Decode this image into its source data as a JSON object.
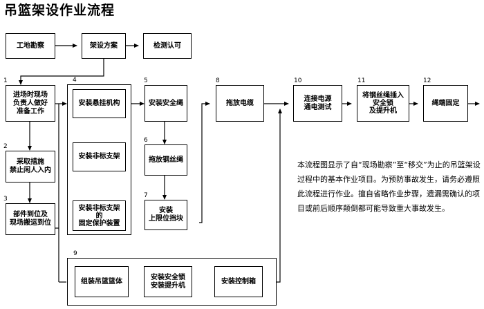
{
  "title": "吊篮架设作业流程",
  "note": "本流程图显示了自“现场勘察”至“移交”为止的吊篮架设过程中的基本作业项目。为预防事故发生，请务必遵照此流程进行作业。擅自省略作业步骤，遗漏需确认的项目或前后顺序颠倒都可能导致重大事故发生。",
  "colors": {
    "line": "#000000",
    "box_border": "#000000",
    "background": "#ffffff",
    "text": "#000000"
  },
  "nodes": {
    "survey": {
      "label": "工地勘察",
      "number": ""
    },
    "plan": {
      "label": "架设方案",
      "number": ""
    },
    "inspect": {
      "label": "检测认可",
      "number": ""
    },
    "n1": {
      "label": "进场时现场\n负责人做好\n准备工作",
      "number": "1"
    },
    "n2": {
      "label": "采取措施\n禁止闲人入内",
      "number": "2"
    },
    "n3": {
      "label": "部件到位及\n现场搬运到位",
      "number": "3"
    },
    "n4_group": {
      "number": "4"
    },
    "n4a": {
      "label": "安装悬挂机构"
    },
    "n4b": {
      "label": "安装非标支架"
    },
    "n4c": {
      "label": "安装非标支架\n的\n固定保护装置"
    },
    "n5": {
      "label": "安装安全绳",
      "number": "5"
    },
    "n6": {
      "label": "拖放钢丝绳",
      "number": "6"
    },
    "n7": {
      "label": "安装\n上限位挡块",
      "number": "7"
    },
    "n8": {
      "label": "拖放电缆",
      "number": "8"
    },
    "n9_group": {
      "number": "9"
    },
    "n9a": {
      "label": "组装吊篮篮体"
    },
    "n9b": {
      "label": "安装安全锁\n安装提升机"
    },
    "n9c": {
      "label": "安装控制箱"
    },
    "n10": {
      "label": "连接电源\n通电测试",
      "number": "10"
    },
    "n11": {
      "label": "将钢丝绳插入\n安全锁\n及提升机",
      "number": "11"
    },
    "n12": {
      "label": "绳端固定",
      "number": "12"
    }
  }
}
